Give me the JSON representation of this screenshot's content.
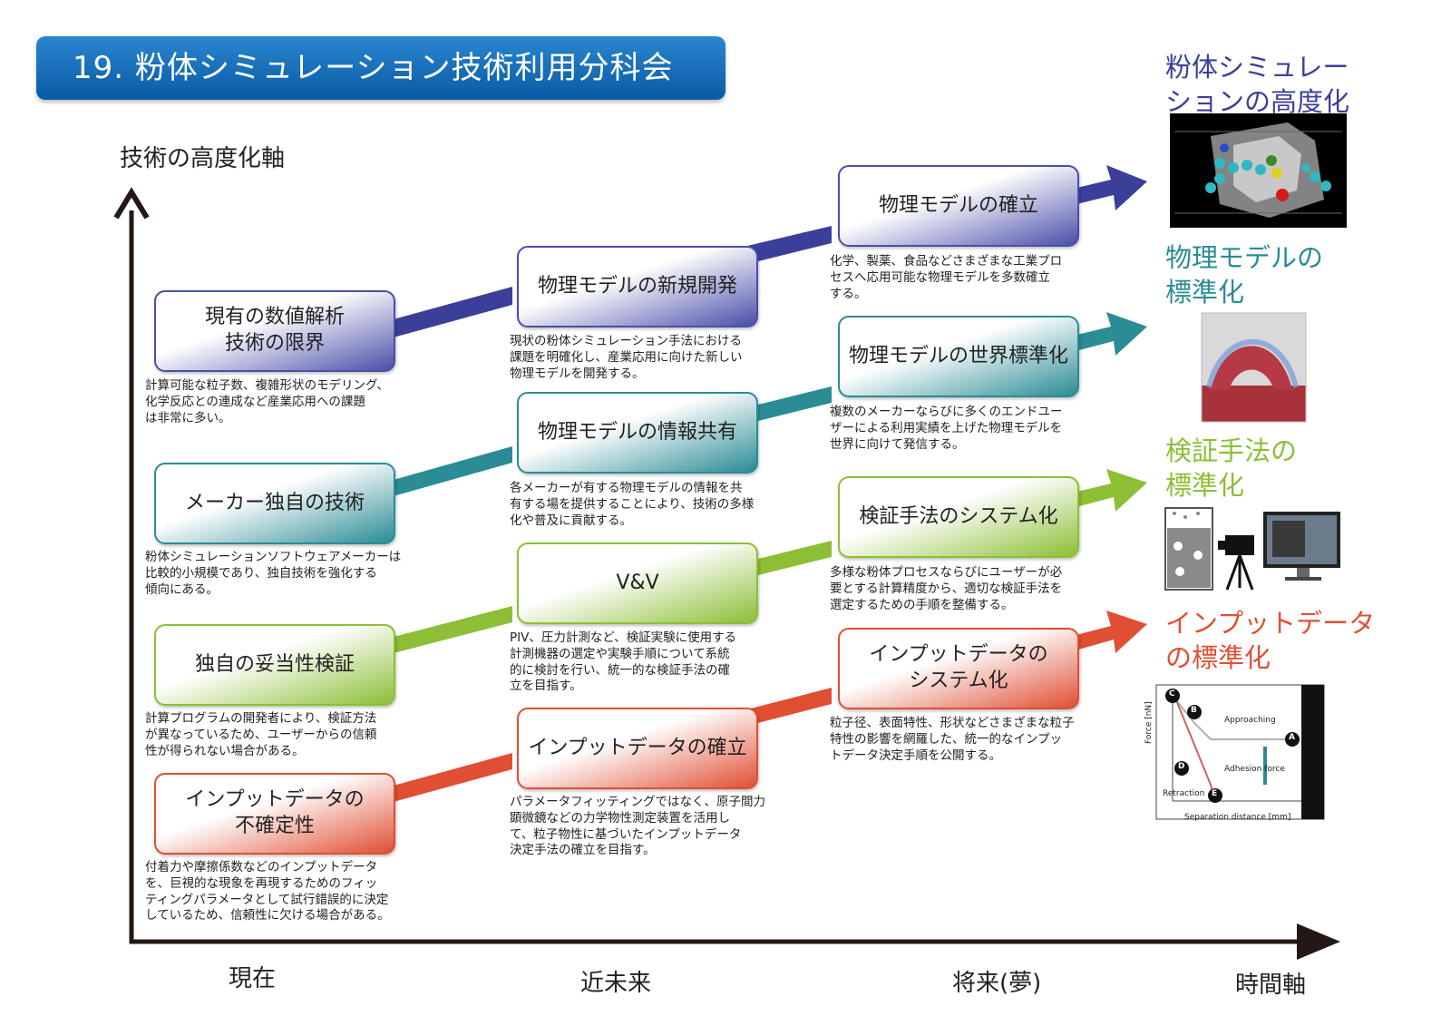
{
  "title": "19. 粉体シミュレーション技術利用分科会",
  "axes": {
    "y_label": "技術の高度化軸",
    "x_label": "時間軸",
    "phases": [
      "現在",
      "近未来",
      "将来(夢)"
    ]
  },
  "colors": {
    "blue": "#3b3f9a",
    "teal": "#2a8c95",
    "green": "#8cbf36",
    "red": "#e04f34",
    "title_bar": "#1a6fbf",
    "axis": "#231815"
  },
  "tracks": [
    {
      "boxes": [
        {
          "label": "現有の数値解析\n技術の限界",
          "desc": "計算可能な粒子数、複雑形状のモデリング、\n化学反応との連成など産業応用への課題\nは非常に多い。"
        },
        {
          "label": "物理モデルの新規開発",
          "desc": "現状の粉体シミュレーション手法における\n課題を明確化し、産業応用に向けた新しい\n物理モデルを開発する。"
        },
        {
          "label": "物理モデルの確立",
          "desc": "化学、製薬、食品などさまざまな工業プロ\nセスへ応用可能な物理モデルを多数確立\nする。"
        }
      ],
      "outcome": "粉体シミュレー\nションの高度化"
    },
    {
      "boxes": [
        {
          "label": "メーカー独自の技術",
          "desc": "粉体シミュレーションソフトウェアメーカーは\n比較的小規模であり、独自技術を強化する\n傾向にある。"
        },
        {
          "label": "物理モデルの情報共有",
          "desc": "各メーカーが有する物理モデルの情報を共\n有する場を提供することにより、技術の多様\n化や普及に貢献する。"
        },
        {
          "label": "物理モデルの世界標準化",
          "desc": "複数のメーカーならびに多くのエンドユー\nザーによる利用実績を上げた物理モデルを\n世界に向けて発信する。"
        }
      ],
      "outcome": "物理モデルの\n標準化"
    },
    {
      "boxes": [
        {
          "label": "独自の妥当性検証",
          "desc": "計算プログラムの開発者により、検証方法\nが異なっているため、ユーザーからの信頼\n性が得られない場合がある。"
        },
        {
          "label": "V&V",
          "desc": "PIV、圧力計測など、検証実験に使用する\n計測機器の選定や実験手順について系統\n的に検討を行い、統一的な検証手法の確\n立を目指す。"
        },
        {
          "label": "検証手法のシステム化",
          "desc": "多様な粉体プロセスならびにユーザーが必\n要とする計算精度から、適切な検証手法を\n選定するための手順を整備する。"
        }
      ],
      "outcome": "検証手法の\n標準化"
    },
    {
      "boxes": [
        {
          "label": "インプットデータの\n不確定性",
          "desc": "付着力や摩擦係数などのインプットデータ\nを、巨視的な現象を再現するためのフィッ\nティングパラメータとして試行錯誤的に決定\nしているため、信頼性に欠ける場合がある。"
        },
        {
          "label": "インプットデータの確立",
          "desc": "パラメータフィッティングではなく、原子間力\n顕微鏡などの力学物性測定装置を活用し\nて、粒子物性に基づいたインプットデータ\n決定手法の確立を目指す。"
        },
        {
          "label": "インプットデータの\nシステム化",
          "desc": "粒子径、表面特性、形状などさまざまな粒子\n特性の影響を網羅した、統一的なインプッ\nトデータ決定手順を公開する。"
        }
      ],
      "outcome": "インプットデータ\nの標準化"
    }
  ],
  "force_plot": {
    "ylabel": "Force [nN]",
    "xlabel": "Separation distance [mm]",
    "labels": [
      "Approaching",
      "Adhesion force",
      "Retraction"
    ],
    "points": [
      "A",
      "B",
      "C",
      "D",
      "E"
    ]
  }
}
